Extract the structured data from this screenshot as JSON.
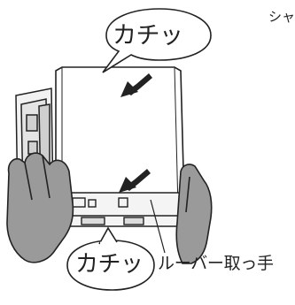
{
  "labels": {
    "bubble_top": "カチッ",
    "bubble_bottom": "カチッ",
    "top_right": "シャ",
    "handle": "ルーバー取っ手"
  },
  "icons": {
    "arrow_top": "push-arrow-icon",
    "arrow_bottom": "push-arrow-icon"
  },
  "colors": {
    "line": "#222222",
    "hand_fill": "#9a9a9a",
    "device_fill": "#f2f2f2",
    "paper_fill": "#ffffff"
  }
}
